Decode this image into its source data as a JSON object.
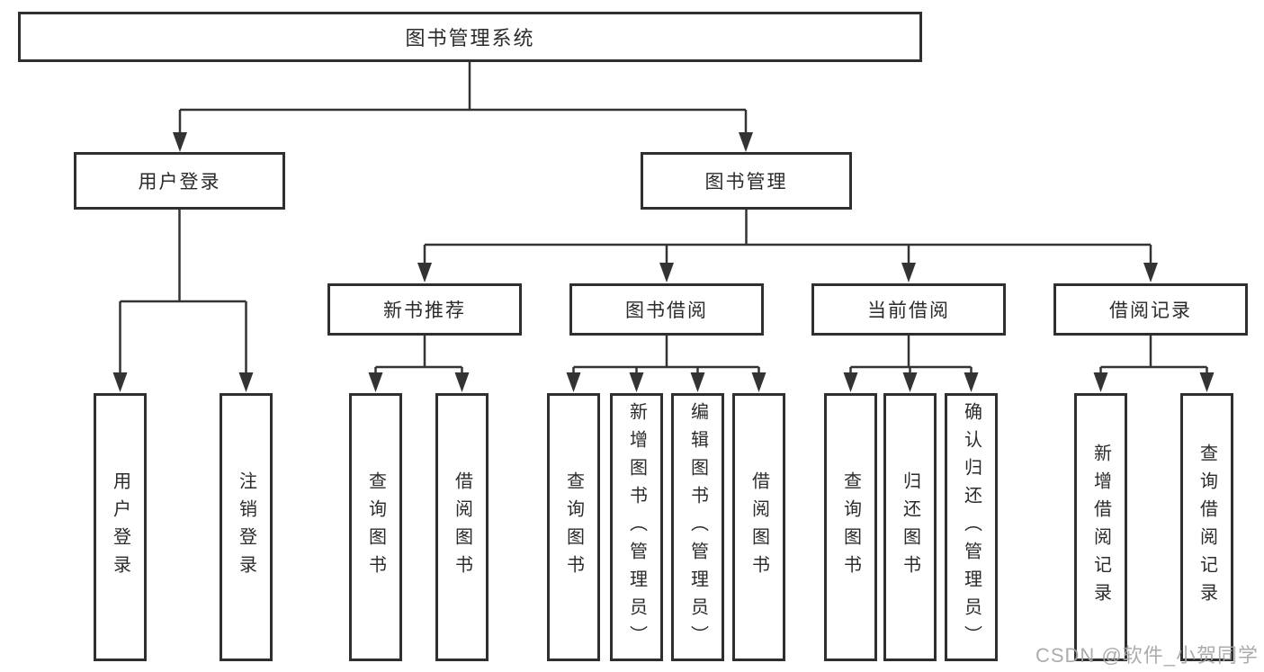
{
  "tree": {
    "label": "图书管理系统",
    "children": [
      {
        "label": "用户登录",
        "children": [
          {
            "label": "用户登录"
          },
          {
            "label": "注销登录"
          }
        ]
      },
      {
        "label": "图书管理",
        "children": [
          {
            "label": "新书推荐",
            "children": [
              {
                "label": "查询图书"
              },
              {
                "label": "借阅图书"
              }
            ]
          },
          {
            "label": "图书借阅",
            "children": [
              {
                "label": "查询图书"
              },
              {
                "label": "新增图书（管理员）"
              },
              {
                "label": "编辑图书（管理员）"
              },
              {
                "label": "借阅图书"
              }
            ]
          },
          {
            "label": "当前借阅",
            "children": [
              {
                "label": "查询图书"
              },
              {
                "label": "归还图书"
              },
              {
                "label": "确认归还（管理员）"
              }
            ]
          },
          {
            "label": "借阅记录",
            "children": [
              {
                "label": "新增借阅记录"
              },
              {
                "label": "查询借阅记录"
              }
            ]
          }
        ]
      }
    ]
  },
  "watermark": "CSDN @软件_小贺同学",
  "colors": {
    "line": "#333333",
    "box_border": "#2f2f2f",
    "box_fill": "#ffffff",
    "text": "#2b2b2b",
    "watermark": "#a5a5a5",
    "background": "#ffffff"
  }
}
